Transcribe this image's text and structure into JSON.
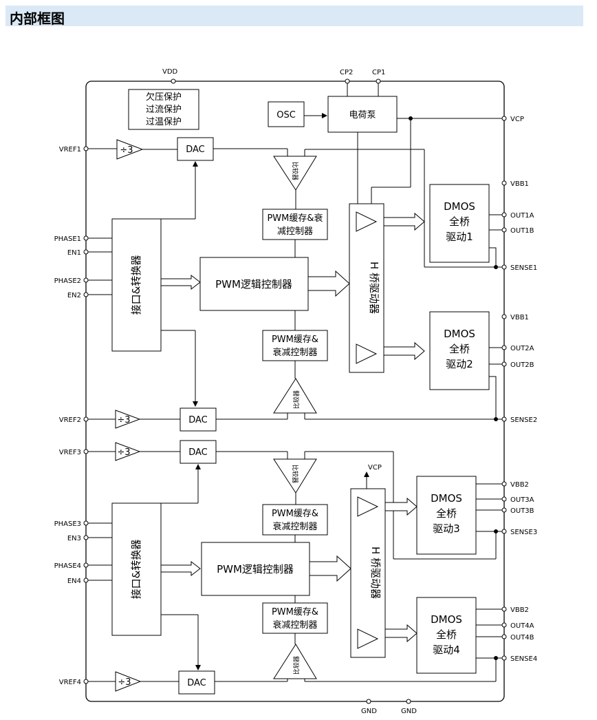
{
  "header": {
    "title": "内部框图"
  },
  "pins": {
    "vdd": "VDD",
    "cp2": "CP2",
    "cp1": "CP1",
    "gnd1": "GND",
    "gnd2": "GND",
    "vref1": "VREF1",
    "phase1": "PHASE1",
    "en1": "EN1",
    "phase2": "PHASE2",
    "en2": "EN2",
    "vref2": "VREF2",
    "vref3": "VREF3",
    "phase3": "PHASE3",
    "en3": "EN3",
    "phase4": "PHASE4",
    "en4": "EN4",
    "vref4": "VREF4",
    "vcp": "VCP",
    "vbb1a": "VBB1",
    "out1a": "OUT1A",
    "out1b": "OUT1B",
    "sense1": "SENSE1",
    "vbb1b": "VBB1",
    "out2a": "OUT2A",
    "out2b": "OUT2B",
    "sense2": "SENSE2",
    "vbb2a": "VBB2",
    "out3a": "OUT3A",
    "out3b": "OUT3B",
    "sense3": "SENSE3",
    "vbb2b": "VBB2",
    "out4a": "OUT4A",
    "out4b": "OUT4B",
    "sense4": "SENSE4",
    "vcp_inner": "VCP"
  },
  "blocks": {
    "protect": [
      "欠压保护",
      "过流保护",
      "过温保护"
    ],
    "osc": "OSC",
    "charge_pump": "电荷泵",
    "div3": "÷3",
    "dac": "DAC",
    "comparator": "比较器",
    "pwm_buffer_1": [
      "PWM缓存&衰",
      "减控制器"
    ],
    "pwm_buffer": [
      "PWM缓存&",
      "衰减控制器"
    ],
    "interface": "接口&转换器",
    "pwm_logic": "PWM逻辑控制器",
    "hbridge": "H 桥驱动器",
    "dmos": [
      [
        "DMOS",
        "全桥",
        "驱动1"
      ],
      [
        "DMOS",
        "全桥",
        "驱动2"
      ],
      [
        "DMOS",
        "全桥",
        "驱动3"
      ],
      [
        "DMOS",
        "全桥",
        "驱动4"
      ]
    ]
  }
}
